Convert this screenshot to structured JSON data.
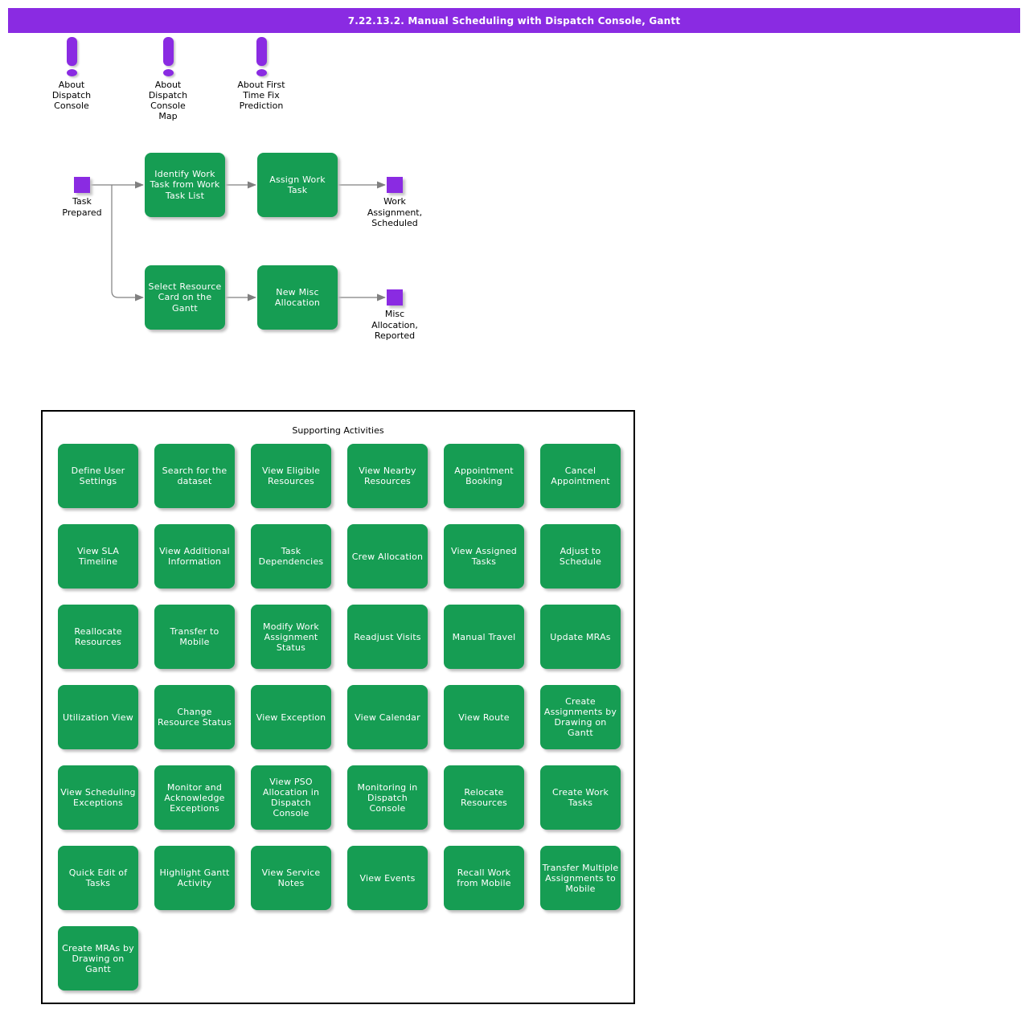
{
  "header": {
    "title": "7.22.13.2. Manual Scheduling with Dispatch Console, Gantt"
  },
  "colors": {
    "accent_purple": "#8a2be2",
    "task_green": "#169d53",
    "connector_gray": "#808080"
  },
  "notes": [
    {
      "label": "About\nDispatch\nConsole"
    },
    {
      "label": "About\nDispatch\nConsole\nMap"
    },
    {
      "label": "About First\nTime Fix\nPrediction"
    }
  ],
  "flow": {
    "start_event": {
      "label": "Task\nPrepared"
    },
    "tasks": [
      {
        "label": "Identify Work\nTask from Work\nTask List"
      },
      {
        "label": "Assign Work\nTask"
      },
      {
        "label": "Select Resource\nCard on the\nGantt"
      },
      {
        "label": "New Misc\nAllocation"
      }
    ],
    "end_events": [
      {
        "label": "Work\nAssignment,\nScheduled"
      },
      {
        "label": "Misc\nAllocation,\nReported"
      }
    ]
  },
  "supporting": {
    "title": "Supporting Activities",
    "activities": [
      "Define User\nSettings",
      "Search for the\ndataset",
      "View Eligible\nResources",
      "View Nearby\nResources",
      "Appointment\nBooking",
      "Cancel\nAppointment",
      "View SLA\nTimeline",
      "View Additional\nInformation",
      "Task\nDependencies",
      "Crew Allocation",
      "View Assigned\nTasks",
      "Adjust to\nSchedule",
      "Reallocate\nResources",
      "Transfer to\nMobile",
      "Modify Work\nAssignment\nStatus",
      "Readjust Visits",
      "Manual Travel",
      "Update MRAs",
      "Utilization View",
      "Change\nResource Status",
      "View Exception",
      "View Calendar",
      "View Route",
      "Create\nAssignments by\nDrawing on\nGantt",
      "View Scheduling\nExceptions",
      "Monitor and\nAcknowledge\nExceptions",
      "View PSO\nAllocation in\nDispatch\nConsole",
      "Monitoring in\nDispatch\nConsole",
      "Relocate\nResources",
      "Create Work\nTasks",
      "Quick Edit of\nTasks",
      "Highlight Gantt\nActivity",
      "View Service\nNotes",
      "View Events",
      "Recall Work\nfrom Mobile",
      "Transfer Multiple\nAssignments to\nMobile",
      "Create MRAs by\nDrawing on\nGantt"
    ]
  }
}
